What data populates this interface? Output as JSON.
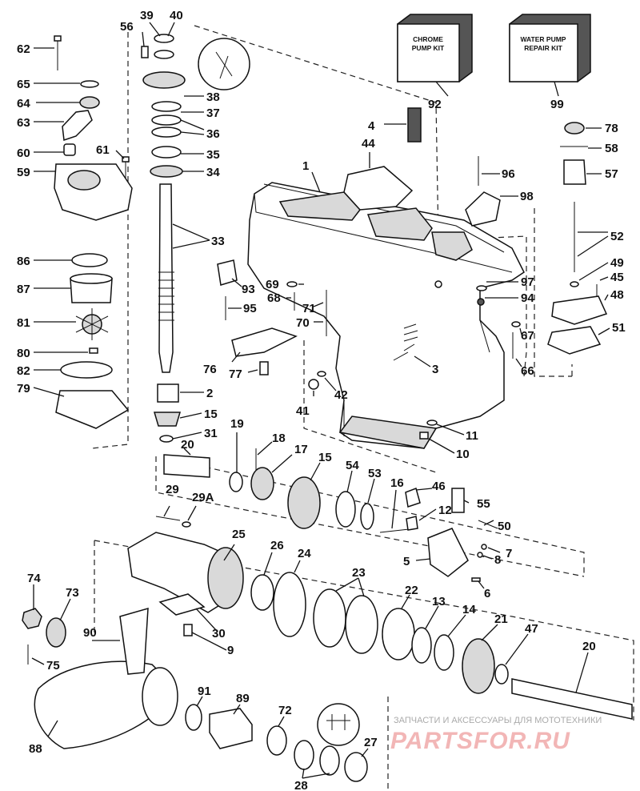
{
  "kits": {
    "chrome": {
      "line1": "CHROME",
      "line2": "PUMP KIT"
    },
    "water": {
      "line1": "WATER PUMP",
      "line2": "REPAIR KIT"
    }
  },
  "watermark": {
    "tagline": "ЗАПЧАСТИ И АКСЕССУАРЫ ДЛЯ МОТОТЕХНИКИ",
    "logo": "PARTSFOR.RU"
  },
  "callouts": {
    "n1": "1",
    "n2": "2",
    "n3": "3",
    "n4": "4",
    "n5": "5",
    "n6": "6",
    "n7": "7",
    "n8": "8",
    "n9": "9",
    "n10": "10",
    "n11": "11",
    "n12": "12",
    "n13": "13",
    "n14": "14",
    "n15a": "15",
    "n15b": "15",
    "n16": "16",
    "n17": "17",
    "n18": "18",
    "n19": "19",
    "n20a": "20",
    "n20b": "20",
    "n21": "21",
    "n22": "22",
    "n23": "23",
    "n24": "24",
    "n25": "25",
    "n26": "26",
    "n27": "27",
    "n28": "28",
    "n29": "29",
    "n29a": "29A",
    "n30": "30",
    "n31": "31",
    "n33": "33",
    "n34": "34",
    "n35": "35",
    "n36": "36",
    "n37": "37",
    "n38": "38",
    "n39": "39",
    "n40": "40",
    "n41": "41",
    "n42": "42",
    "n44": "44",
    "n45": "45",
    "n46": "46",
    "n47": "47",
    "n48": "48",
    "n49": "49",
    "n50": "50",
    "n51": "51",
    "n52": "52",
    "n53": "53",
    "n54": "54",
    "n55": "55",
    "n56": "56",
    "n57": "57",
    "n58": "58",
    "n59": "59",
    "n60": "60",
    "n61": "61",
    "n62": "62",
    "n63": "63",
    "n64": "64",
    "n65": "65",
    "n66": "66",
    "n67": "67",
    "n68": "68",
    "n69": "69",
    "n70": "70",
    "n71": "71",
    "n72": "72",
    "n73": "73",
    "n74": "74",
    "n75": "75",
    "n76": "76",
    "n77": "77",
    "n78": "78",
    "n79": "79",
    "n80": "80",
    "n81": "81",
    "n82": "82",
    "n86": "86",
    "n87": "87",
    "n88": "88",
    "n89": "89",
    "n90": "90",
    "n91": "91",
    "n92": "92",
    "n93": "93",
    "n94": "94",
    "n95": "95",
    "n96": "96",
    "n97": "97",
    "n98": "98",
    "n99": "99"
  }
}
